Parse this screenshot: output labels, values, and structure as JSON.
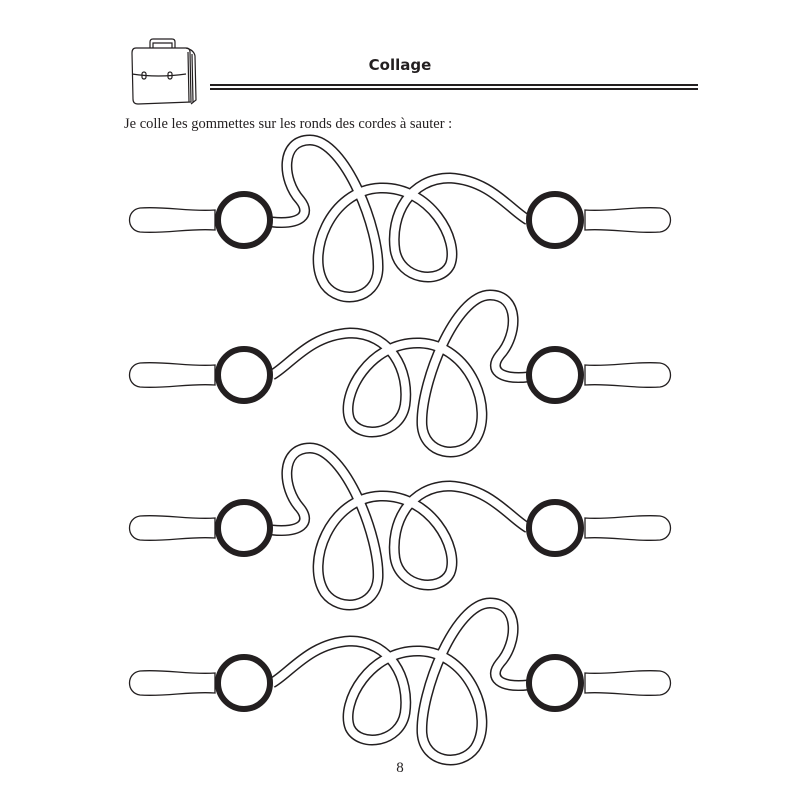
{
  "header": {
    "title": "Collage",
    "icon": "schoolbag-icon"
  },
  "instruction": "Je colle les gommettes sur les ronds des cordes à sauter :",
  "jump_ropes": [
    {
      "variant": "A"
    },
    {
      "variant": "B"
    },
    {
      "variant": "A"
    },
    {
      "variant": "B"
    }
  ],
  "footer": {
    "page_number": "8"
  }
}
